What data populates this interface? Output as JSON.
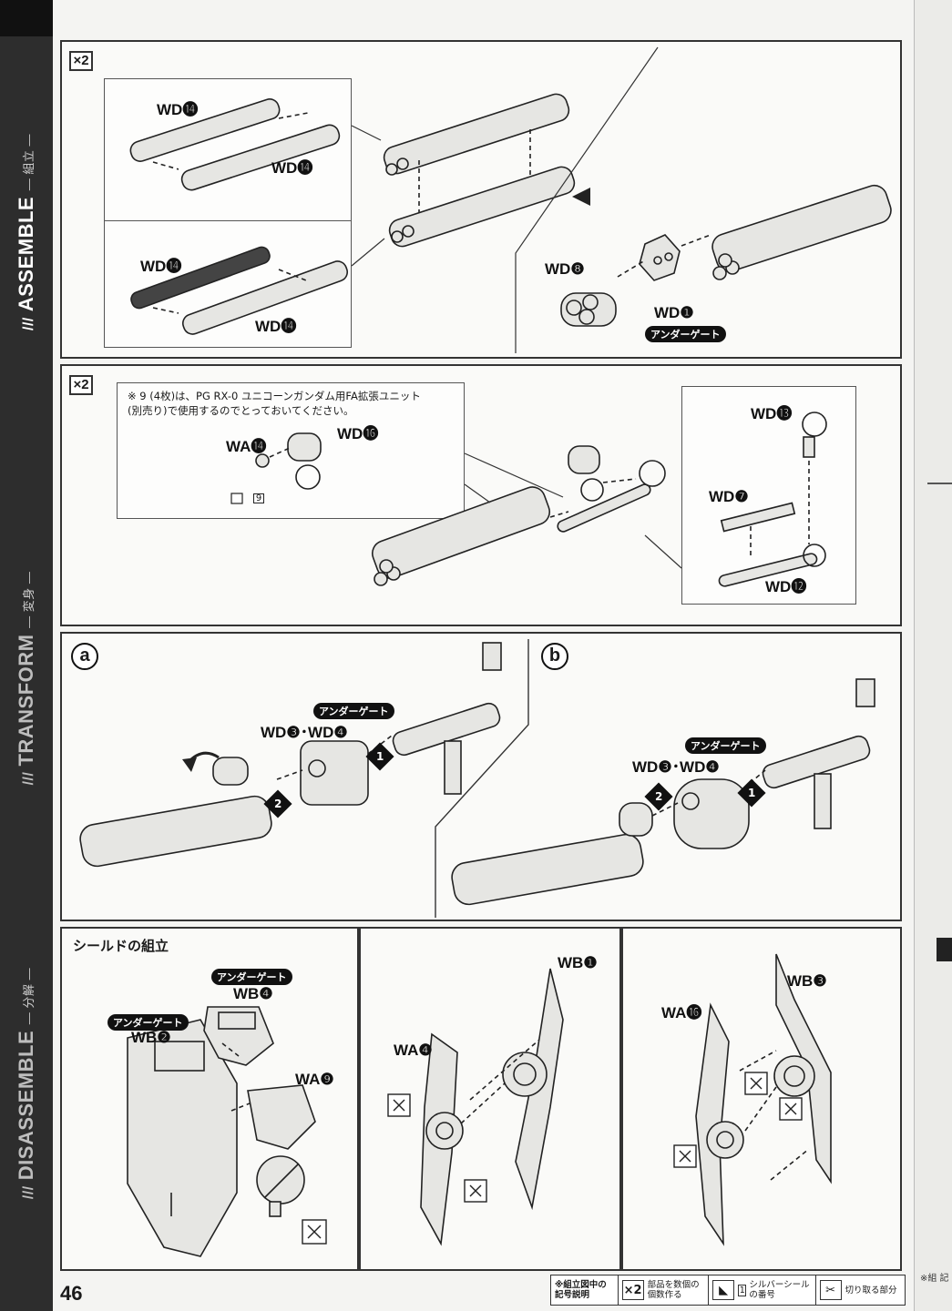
{
  "sidebar": {
    "assemble": "ASSEMBLE",
    "assemble_jp": "組立",
    "transform": "TRANSFORM",
    "transform_jp": "変身",
    "disassemble": "DISASSEMBLE",
    "disassemble_jp": "分解"
  },
  "page_number": "46",
  "step1": {
    "multiplier": "×2",
    "labels": [
      "WD⓮",
      "WD⓮",
      "WD⓮",
      "WD⓮",
      "WD❽",
      "WD❶"
    ],
    "gate": "アンダーゲート"
  },
  "step2": {
    "multiplier": "×2",
    "note_line1": "※ 9 (4枚)は、PG RX-0 ユニコーンガンダム用FA拡張ユニット",
    "note_line2": "(別売り)で使用するのでとっておいてください。",
    "sticker_num": "9",
    "labels": {
      "wa14": "WA⓮",
      "wd16": "WD⓰",
      "wd13": "WD⓭",
      "wd7": "WD❼",
      "wd12": "WD⓬"
    }
  },
  "step3": {
    "a": "a",
    "b": "b",
    "gate": "アンダーゲート",
    "label": "WD❸･WD❹",
    "step_one": "1",
    "step_two": "2"
  },
  "step4": {
    "title": "シールドの組立",
    "gate": "アンダーゲート",
    "labels": {
      "wb4": "WB❹",
      "wb2": "WB❷",
      "wa9": "WA❾",
      "wb1": "WB❶",
      "wa4": "WA❹",
      "wb3": "WB❸",
      "wa16": "WA⓰"
    }
  },
  "legend": {
    "title": "※組立図中の記号説明",
    "x2_sym": "×2",
    "x2_text": "部品を数個の個数作る",
    "seal_num": "1",
    "seal_text": "シルバーシールの番号",
    "cut_text": "切り取る部分"
  },
  "right_page": {
    "note": "※組 記"
  }
}
